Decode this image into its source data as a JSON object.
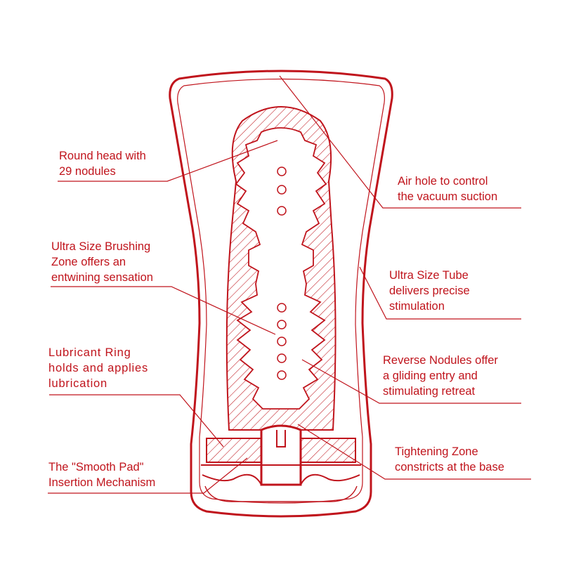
{
  "colors": {
    "stroke": "#c0141c",
    "text": "#c0141c",
    "background": "#ffffff"
  },
  "callouts": [
    {
      "id": "round-head",
      "lines": [
        "Round head with",
        "29 nodules"
      ]
    },
    {
      "id": "air-hole",
      "lines": [
        "Air hole to control",
        "the vacuum suction"
      ]
    },
    {
      "id": "brushing-zone",
      "lines": [
        "Ultra Size Brushing",
        "Zone offers an",
        "entwining sensation"
      ]
    },
    {
      "id": "ultra-tube",
      "lines": [
        "Ultra Size Tube",
        "delivers precise",
        "stimulation"
      ]
    },
    {
      "id": "lubricant-ring",
      "lines": [
        "Lubricant Ring",
        "holds and applies",
        "lubrication"
      ]
    },
    {
      "id": "reverse-nodules",
      "lines": [
        "Reverse Nodules offer",
        "a gliding entry and",
        "stimulating retreat"
      ]
    },
    {
      "id": "tightening-zone",
      "lines": [
        "Tightening Zone",
        "constricts at the base"
      ]
    },
    {
      "id": "smooth-pad",
      "lines": [
        "The \"Smooth Pad\"",
        "Insertion Mechanism"
      ]
    }
  ]
}
